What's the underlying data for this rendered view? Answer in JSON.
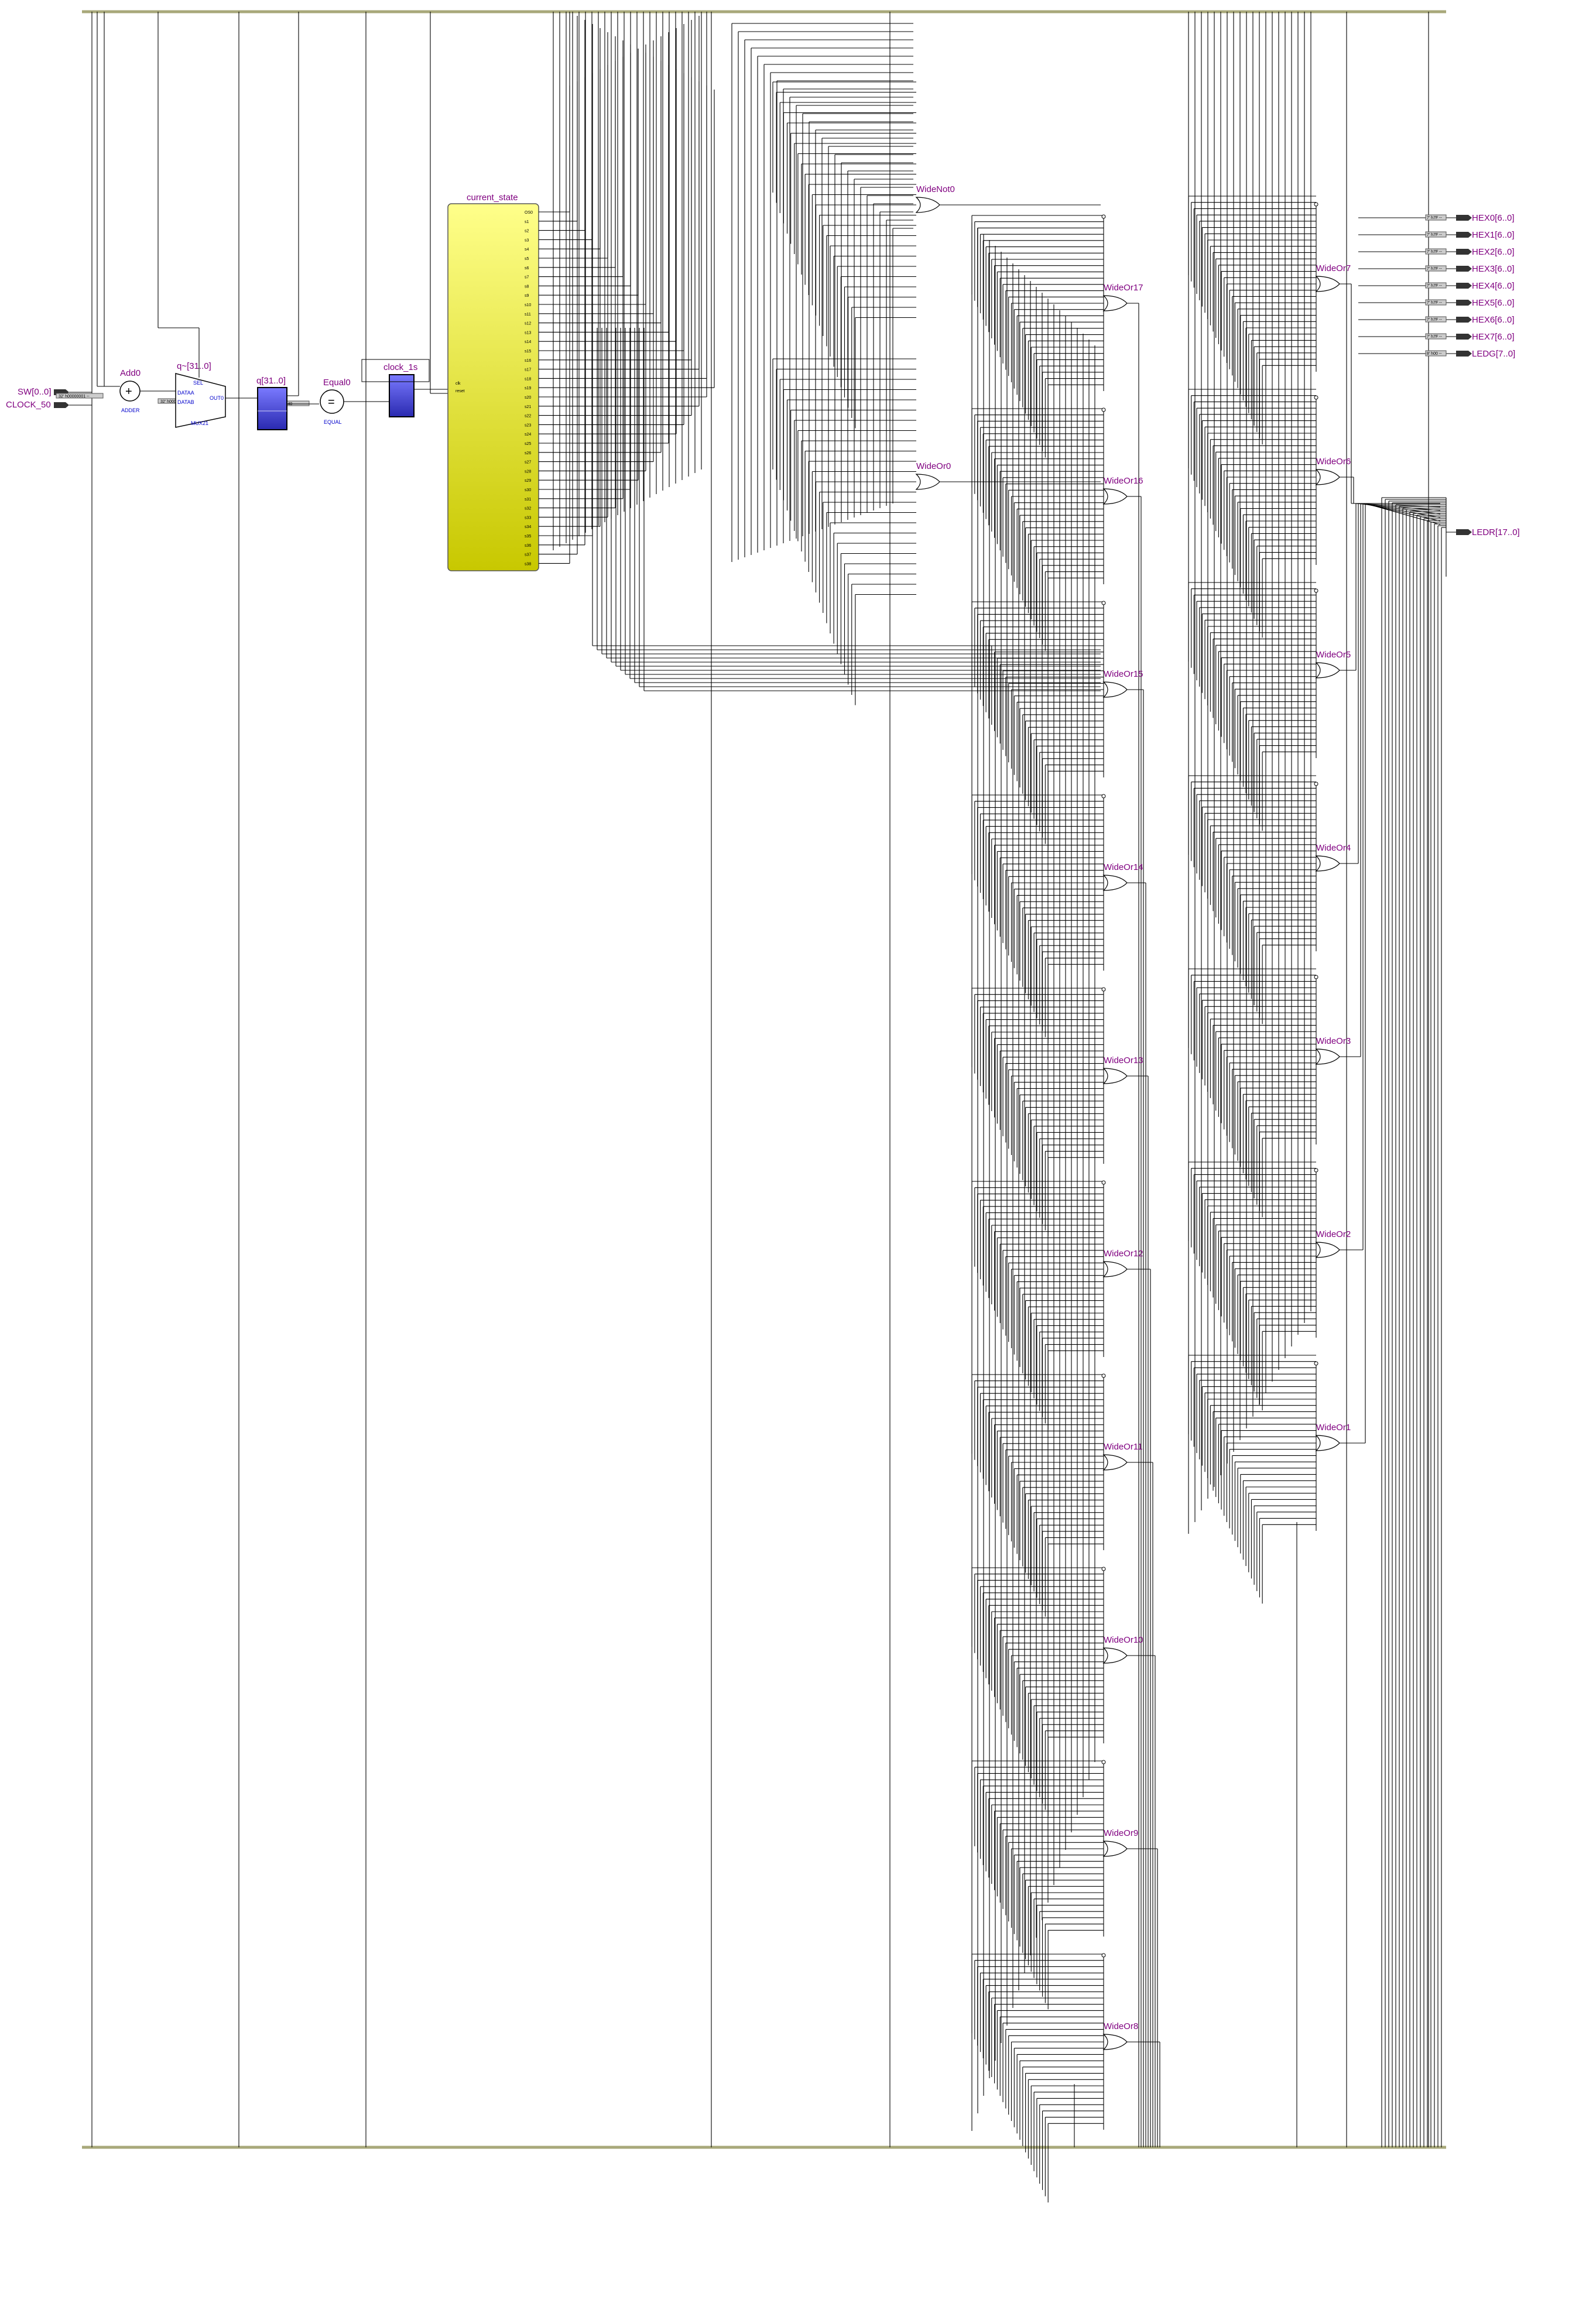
{
  "inputs": [
    {
      "label": "SW[0..0]"
    },
    {
      "label": "CLOCK_50"
    }
  ],
  "blocks": {
    "add": {
      "label": "Add0",
      "op": "+",
      "sub": "ADDER"
    },
    "mux": {
      "label": "q~[31..0]",
      "sub": "MUX21",
      "pins": [
        "SEL",
        "DATAA",
        "DATAB",
        "OUT0"
      ]
    },
    "register": {
      "label": "q[31..0]"
    },
    "equal": {
      "label": "Equal0",
      "op": "=",
      "sub": "EQUAL"
    },
    "clock": {
      "label": "clock_1s"
    },
    "state": {
      "label": "current_state"
    }
  },
  "const_tags": [
    "32' h00000001 --",
    "32' h00000001 --",
    "32' h017D7840 --"
  ],
  "state_ports": [
    "clk",
    "reset"
  ],
  "state_outputs": [
    "OS0",
    "s1",
    "s2",
    "s3",
    "s4",
    "s5",
    "s6",
    "s7",
    "s8",
    "s9",
    "s10",
    "s11",
    "s12",
    "s13",
    "s14",
    "s15",
    "s16",
    "s17",
    "s18",
    "s19",
    "s20",
    "s21",
    "s22",
    "s23",
    "s24",
    "s25",
    "s26",
    "s27",
    "s28",
    "s29",
    "s30",
    "s31",
    "s32",
    "s33",
    "s34",
    "s35",
    "s36",
    "s37",
    "s38"
  ],
  "gates_mid": [
    {
      "label": "WideNot0"
    },
    {
      "label": "WideOr0"
    }
  ],
  "gates_col1": [
    {
      "label": "WideOr17"
    },
    {
      "label": "WideOr16"
    },
    {
      "label": "WideOr15"
    },
    {
      "label": "WideOr14"
    },
    {
      "label": "WideOr13"
    },
    {
      "label": "WideOr12"
    },
    {
      "label": "WideOr11"
    },
    {
      "label": "WideOr10"
    },
    {
      "label": "WideOr9"
    },
    {
      "label": "WideOr8"
    }
  ],
  "gates_col2": [
    {
      "label": "WideOr7"
    },
    {
      "label": "WideOr6"
    },
    {
      "label": "WideOr5"
    },
    {
      "label": "WideOr4"
    },
    {
      "label": "WideOr3"
    },
    {
      "label": "WideOr2"
    },
    {
      "label": "WideOr1"
    }
  ],
  "outputs": [
    {
      "label": "HEX0[6..0]",
      "tag": "7' h7F --"
    },
    {
      "label": "HEX1[6..0]",
      "tag": "7' h7F --"
    },
    {
      "label": "HEX2[6..0]",
      "tag": "7' h7F --"
    },
    {
      "label": "HEX3[6..0]",
      "tag": "7' h7F --"
    },
    {
      "label": "HEX4[6..0]",
      "tag": "7' h7F --"
    },
    {
      "label": "HEX5[6..0]",
      "tag": "7' h7F --"
    },
    {
      "label": "HEX6[6..0]",
      "tag": "7' h7F --"
    },
    {
      "label": "HEX7[6..0]",
      "tag": "7' h7F --"
    },
    {
      "label": "LEDG[7..0]",
      "tag": "8' h00 --"
    }
  ],
  "ledr": {
    "label": "LEDR[17..0]"
  },
  "colors": {
    "rail": "#a8a87a",
    "label": "#800080",
    "block": "#4040cc",
    "state_top": "#ffff8a",
    "state_bottom": "#c8c800",
    "wire": "#000000"
  }
}
